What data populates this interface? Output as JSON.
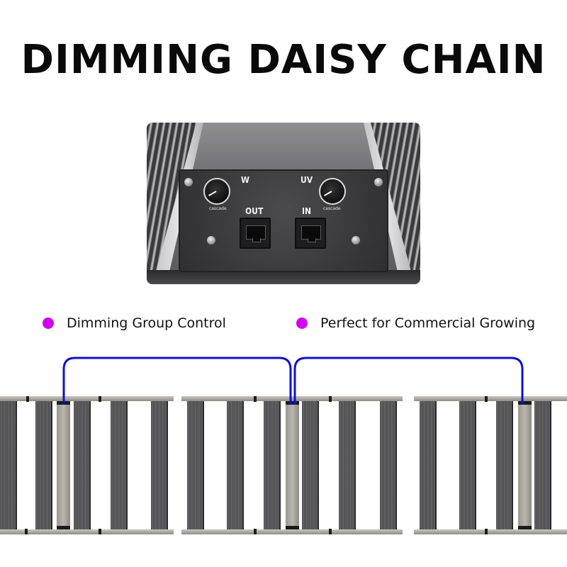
{
  "header": {
    "title": "DIMMING DAISY CHAIN"
  },
  "product_photo": {
    "knob_left_label": "W",
    "knob_right_label": "UV",
    "knob_sublabel": "cascade",
    "port_out_label": "OUT",
    "port_in_label": "IN"
  },
  "features": [
    {
      "label": "Dimming Group Control",
      "dot_color": "#d400f0",
      "icon": "bullet-dot"
    },
    {
      "label": "Perfect for Commercial Growing",
      "dot_color": "#d400f0",
      "icon": "bullet-dot"
    }
  ],
  "diagram": {
    "cable_color": "#1010c8",
    "fixtures": [
      {
        "id": "fixture-1"
      },
      {
        "id": "fixture-2"
      },
      {
        "id": "fixture-3"
      }
    ]
  }
}
